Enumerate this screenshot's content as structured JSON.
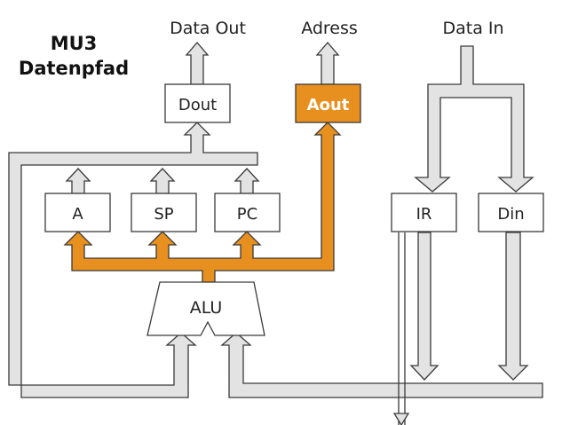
{
  "diagram": {
    "title_line1": "MU3",
    "title_line2": "Datenpfad",
    "external_labels": {
      "data_out": "Data Out",
      "address": "Adress",
      "data_in": "Data In"
    },
    "registers": {
      "dout": "Dout",
      "aout": "Aout",
      "a": "A",
      "sp": "SP",
      "pc": "PC",
      "ir": "IR",
      "din": "Din"
    },
    "alu": "ALU",
    "colors": {
      "gray_bus_fill": "#e3e3e3",
      "gray_bus_stroke": "#3a3a3a",
      "orange_bus_fill": "#e8901f",
      "orange_bus_stroke": "#3a3a3a",
      "highlight_box_fill": "#e8901f",
      "box_fill": "#ffffff",
      "box_stroke": "#3a3a3a"
    }
  }
}
